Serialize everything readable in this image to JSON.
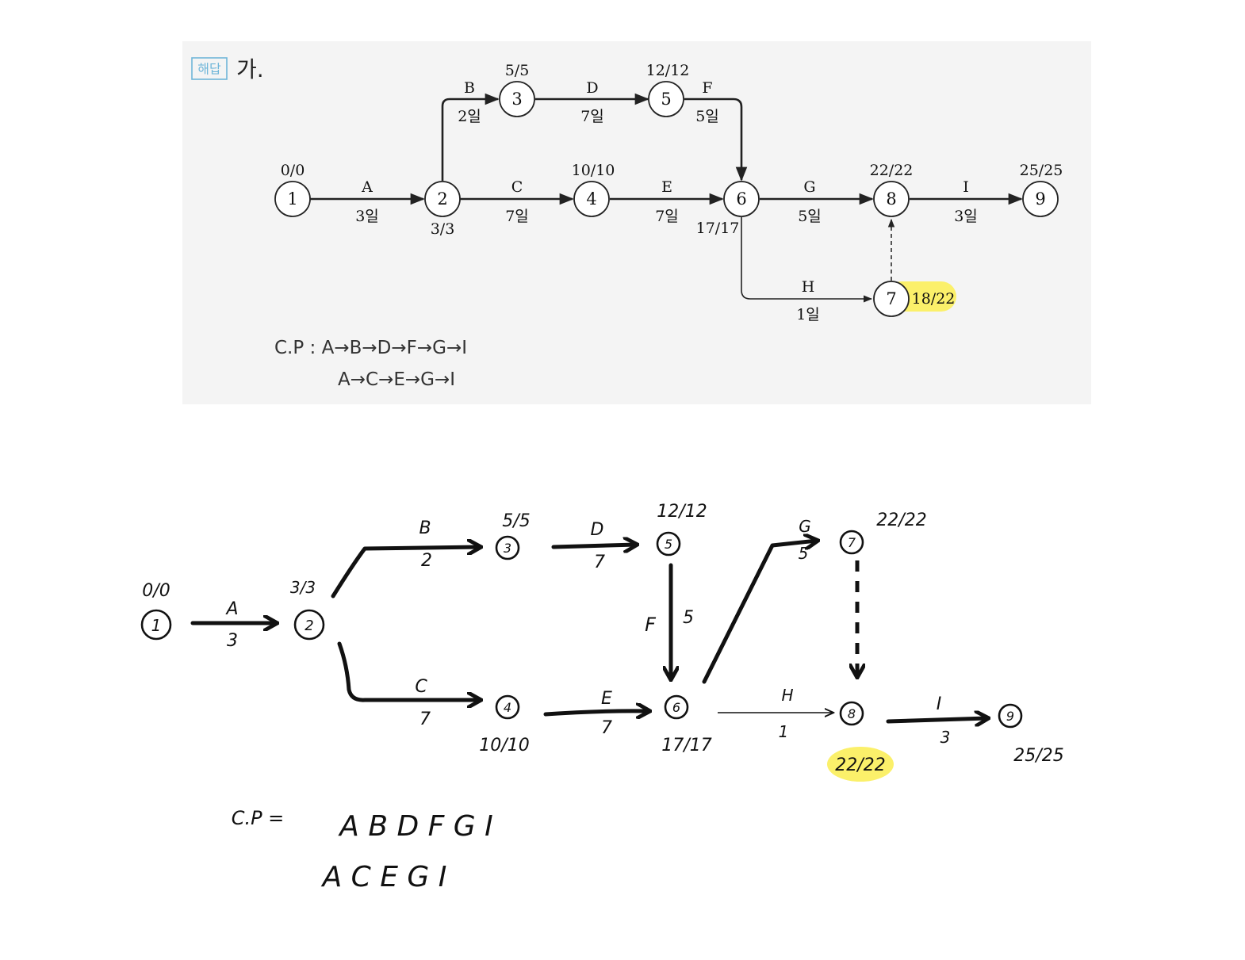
{
  "printed": {
    "badge": "해답",
    "label": "가.",
    "nodes": [
      {
        "id": "1",
        "time": "0/0"
      },
      {
        "id": "2",
        "time": "3/3"
      },
      {
        "id": "3",
        "time": "5/5"
      },
      {
        "id": "4",
        "time": "10/10"
      },
      {
        "id": "5",
        "time": "12/12"
      },
      {
        "id": "6",
        "time": "17/17"
      },
      {
        "id": "7",
        "time": "18/22"
      },
      {
        "id": "8",
        "time": "22/22"
      },
      {
        "id": "9",
        "time": "25/25"
      }
    ],
    "edges": [
      {
        "name": "A",
        "duration": "3일"
      },
      {
        "name": "B",
        "duration": "2일"
      },
      {
        "name": "C",
        "duration": "7일"
      },
      {
        "name": "D",
        "duration": "7일"
      },
      {
        "name": "E",
        "duration": "7일"
      },
      {
        "name": "F",
        "duration": "5일"
      },
      {
        "name": "G",
        "duration": "5일"
      },
      {
        "name": "H",
        "duration": "1일"
      },
      {
        "name": "I",
        "duration": "3일"
      }
    ],
    "cp_line1": "C.P : A→B→D→F→G→I",
    "cp_line2": "A→C→E→G→I",
    "highlight_color": "#fbf06a"
  },
  "handwritten": {
    "nodes": [
      {
        "id": "1",
        "time": "0/0"
      },
      {
        "id": "2",
        "time": "3/3"
      },
      {
        "id": "3",
        "time": "5/5"
      },
      {
        "id": "4",
        "time": "10/10"
      },
      {
        "id": "5",
        "time": "12/12"
      },
      {
        "id": "6",
        "time": "17/17"
      },
      {
        "id": "7",
        "time": "22/22"
      },
      {
        "id": "8",
        "time": "22/22"
      },
      {
        "id": "9",
        "time": "25/25"
      }
    ],
    "edges": [
      {
        "name": "A",
        "duration": "3"
      },
      {
        "name": "B",
        "duration": "2"
      },
      {
        "name": "C",
        "duration": "7"
      },
      {
        "name": "D",
        "duration": "7"
      },
      {
        "name": "E",
        "duration": "7"
      },
      {
        "name": "F",
        "duration": "5"
      },
      {
        "name": "G",
        "duration": "5"
      },
      {
        "name": "H",
        "duration": "1"
      },
      {
        "name": "I",
        "duration": "3"
      }
    ],
    "cp_label": "C.P =",
    "cp_line1": "A  B  D  F  G  I",
    "cp_line2": "A  C  E  G  I"
  }
}
